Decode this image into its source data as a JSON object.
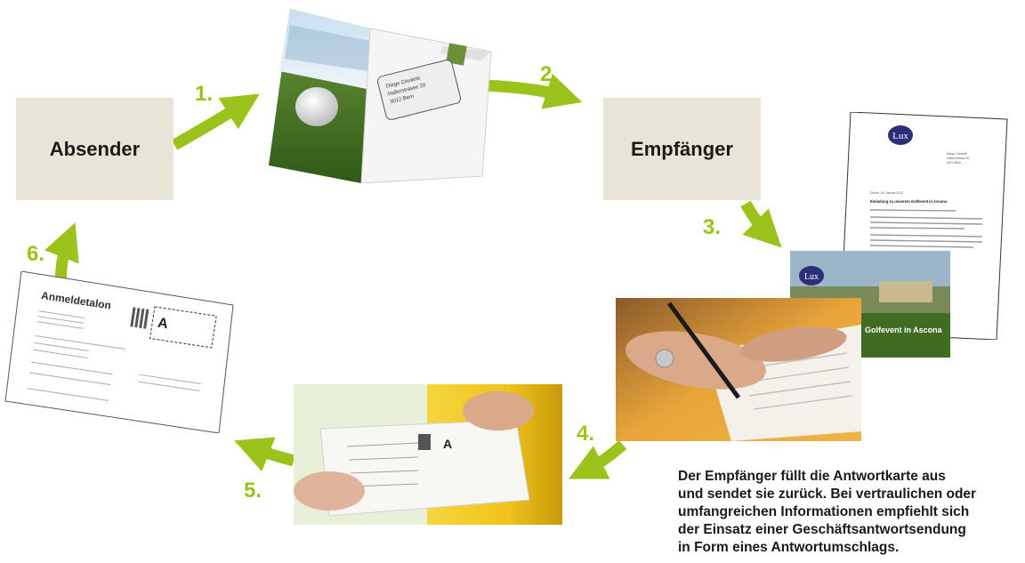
{
  "nodes": {
    "sender": "Absender",
    "recipient": "Empfänger"
  },
  "steps": [
    "1.",
    "2.",
    "3.",
    "4.",
    "5.",
    "6."
  ],
  "envelope": {
    "name": "Diego Cinoletti",
    "street": "Hallerstrasse 20",
    "city": "3012 Bern"
  },
  "letter": {
    "logo": "Lux",
    "address": [
      "Diego Cinoletti",
      "Hallerstrasse 20",
      "3012 Bern"
    ],
    "date": "Zürich, 15. Januar 2011",
    "subject": "Einladung zu unserem Golfevent in Ascona"
  },
  "brochure": {
    "logo": "Lux",
    "title": "Golfevent in Ascona"
  },
  "reply_card": {
    "title": "Anmeldetalon",
    "stamp_letter": "A"
  },
  "caption": [
    "Der Empfänger füllt die Antwortkarte aus",
    "und sendet sie zurück. Bei vertraulichen oder",
    "umfangreichen Informationen empfiehlt sich",
    "der Einsatz einer Geschäftsantwortsendung",
    "in Form eines Antwortumschlags."
  ],
  "colors": {
    "arrow": "#9cc31c",
    "box": "#e8e4d6",
    "text": "#1a1a1a"
  }
}
